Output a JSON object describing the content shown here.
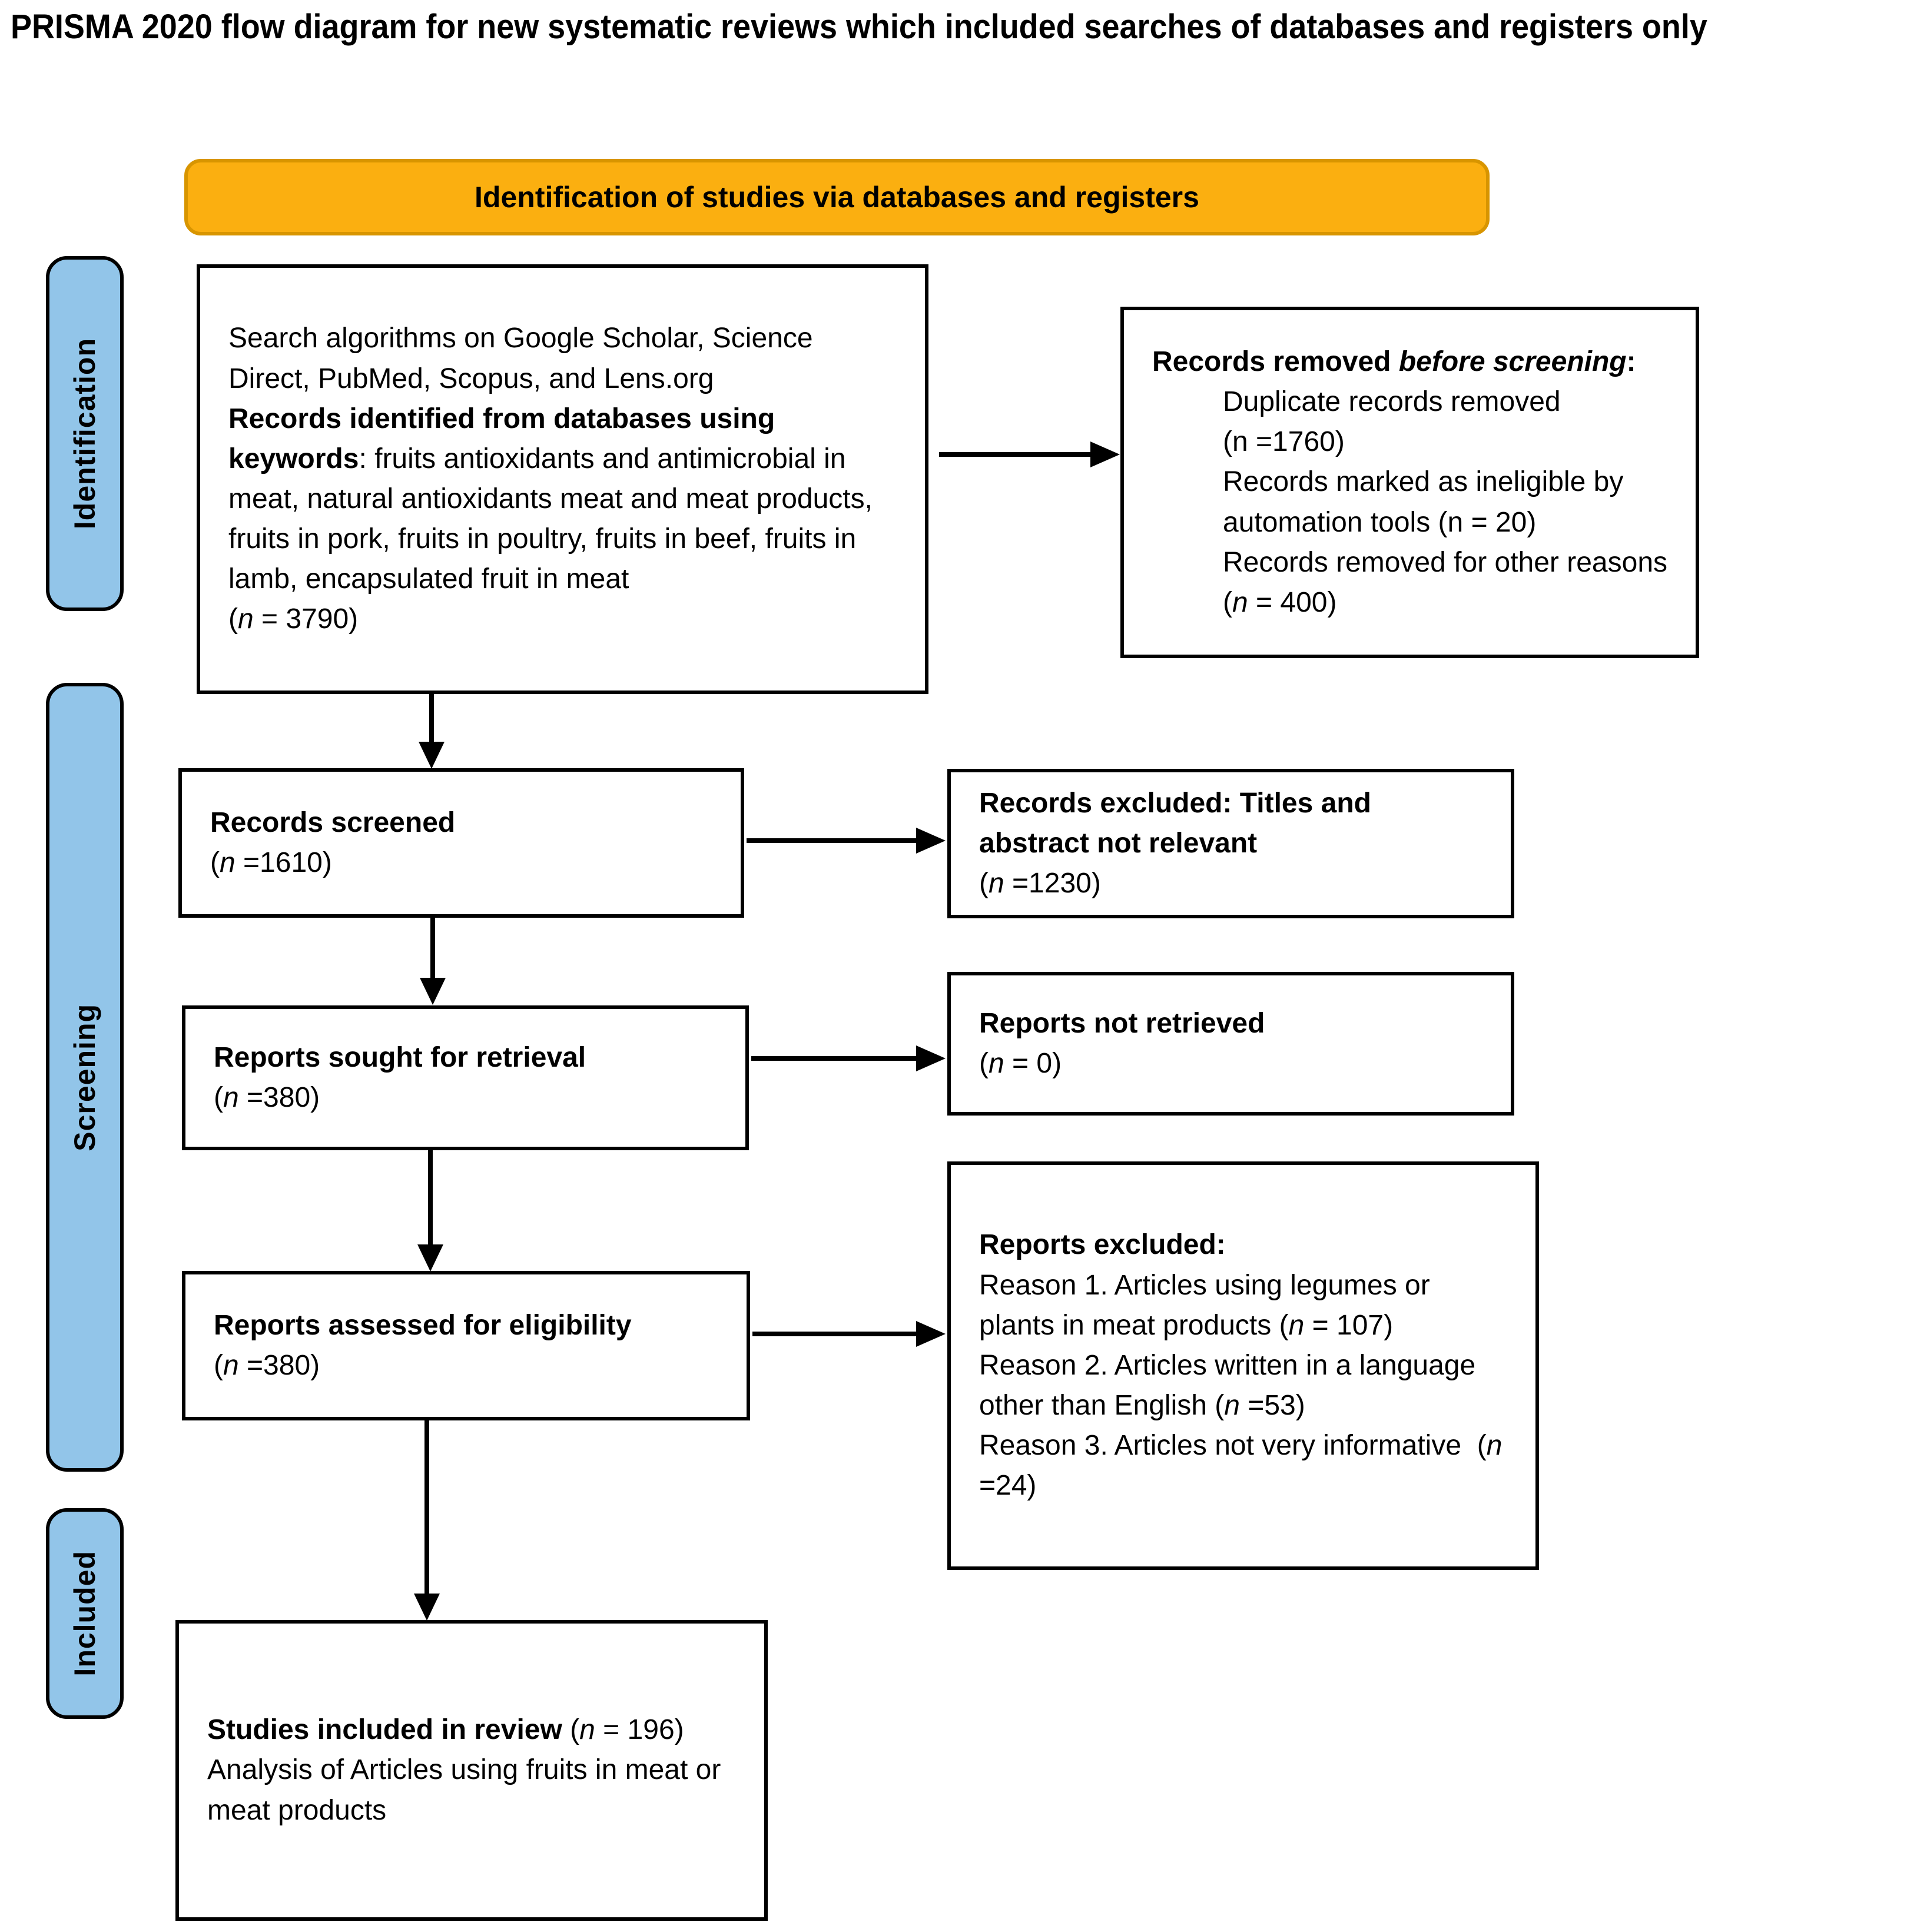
{
  "title": "PRISMA 2020 flow diagram for new systematic reviews which included searches of databases and registers only",
  "banner": {
    "label": "Identification of studies via databases and registers"
  },
  "colors": {
    "banner_fill": "#FBAF10",
    "banner_border": "#D89500",
    "stage_fill": "#92C5E9",
    "box_border": "#000000"
  },
  "stages": [
    {
      "label": "Identification"
    },
    {
      "label": "Screening"
    },
    {
      "label": "Included"
    }
  ],
  "boxes": {
    "databases": {
      "lines": [
        {
          "segments": [
            {
              "text": "Search algorithms on Google Scholar, Science Direct, PubMed, Scopus, and Lens.org"
            }
          ]
        },
        {
          "segments": [
            {
              "text": "Records identified from databases using keywords",
              "bold": true
            },
            {
              "text": ": fruits antioxidants and antimicrobial in meat, natural antioxidants meat and meat products, fruits in pork, fruits in poultry, fruits in beef, fruits in lamb, encapsulated fruit in meat"
            }
          ]
        },
        {
          "segments": [
            {
              "text": "("
            },
            {
              "text": "n",
              "italic": true
            },
            {
              "text": " = 3790)"
            }
          ]
        }
      ]
    },
    "records_removed": {
      "lines": [
        {
          "segments": [
            {
              "text": "Records removed ",
              "bold": true
            },
            {
              "text": "before screening",
              "bold": true,
              "italic": true
            },
            {
              "text": ":",
              "bold": true
            }
          ]
        },
        {
          "indent": true,
          "segments": [
            {
              "text": "Duplicate records removed (n =1760)"
            }
          ]
        },
        {
          "indent": true,
          "segments": [
            {
              "text": "Records marked as ineligible by automation tools (n = 20)"
            }
          ]
        },
        {
          "indent": true,
          "segments": [
            {
              "text": "Records removed for other reasons ("
            },
            {
              "text": "n",
              "italic": true
            },
            {
              "text": " = 400)"
            }
          ]
        }
      ]
    },
    "records_screened": {
      "lines": [
        {
          "segments": [
            {
              "text": "Records screened",
              "bold": true
            }
          ]
        },
        {
          "segments": [
            {
              "text": "("
            },
            {
              "text": "n",
              "italic": true
            },
            {
              "text": " =1610)"
            }
          ]
        }
      ]
    },
    "records_excluded": {
      "lines": [
        {
          "segments": [
            {
              "text": "Records excluded: Titles and abstract not relevant",
              "bold": true
            }
          ]
        },
        {
          "segments": [
            {
              "text": "("
            },
            {
              "text": "n",
              "italic": true
            },
            {
              "text": " =1230)"
            }
          ]
        }
      ]
    },
    "reports_sought": {
      "lines": [
        {
          "segments": [
            {
              "text": "Reports sought for retrieval",
              "bold": true
            }
          ]
        },
        {
          "segments": [
            {
              "text": "("
            },
            {
              "text": "n",
              "italic": true
            },
            {
              "text": " =380)"
            }
          ]
        }
      ]
    },
    "reports_not_retrieved": {
      "lines": [
        {
          "segments": [
            {
              "text": "Reports not retrieved",
              "bold": true
            }
          ]
        },
        {
          "segments": [
            {
              "text": "("
            },
            {
              "text": "n",
              "italic": true
            },
            {
              "text": " = 0)"
            }
          ]
        }
      ]
    },
    "reports_assessed": {
      "lines": [
        {
          "segments": [
            {
              "text": "Reports assessed for eligibility",
              "bold": true
            }
          ]
        },
        {
          "segments": [
            {
              "text": "("
            },
            {
              "text": "n",
              "italic": true
            },
            {
              "text": " =380)"
            }
          ]
        }
      ]
    },
    "reports_excluded": {
      "lines": [
        {
          "segments": [
            {
              "text": "Reports excluded:",
              "bold": true
            }
          ]
        },
        {
          "segments": [
            {
              "text": "Reason 1. Articles using legumes or plants in meat products ("
            },
            {
              "text": "n",
              "italic": true
            },
            {
              "text": " = 107)"
            }
          ]
        },
        {
          "segments": [
            {
              "text": "Reason 2. Articles written in a language other than English ("
            },
            {
              "text": "n",
              "italic": true
            },
            {
              "text": " =53)"
            }
          ]
        },
        {
          "segments": [
            {
              "text": "Reason 3. Articles not very informative  ("
            },
            {
              "text": "n",
              "italic": true
            },
            {
              "text": " =24)"
            }
          ]
        }
      ]
    },
    "studies_included": {
      "lines": [
        {
          "segments": [
            {
              "text": "Studies included in review ",
              "bold": true
            },
            {
              "text": "("
            },
            {
              "text": "n",
              "italic": true
            },
            {
              "text": " = 196)"
            }
          ]
        },
        {
          "segments": [
            {
              "text": "Analysis of Articles using fruits in meat or meat products"
            }
          ]
        }
      ]
    }
  }
}
